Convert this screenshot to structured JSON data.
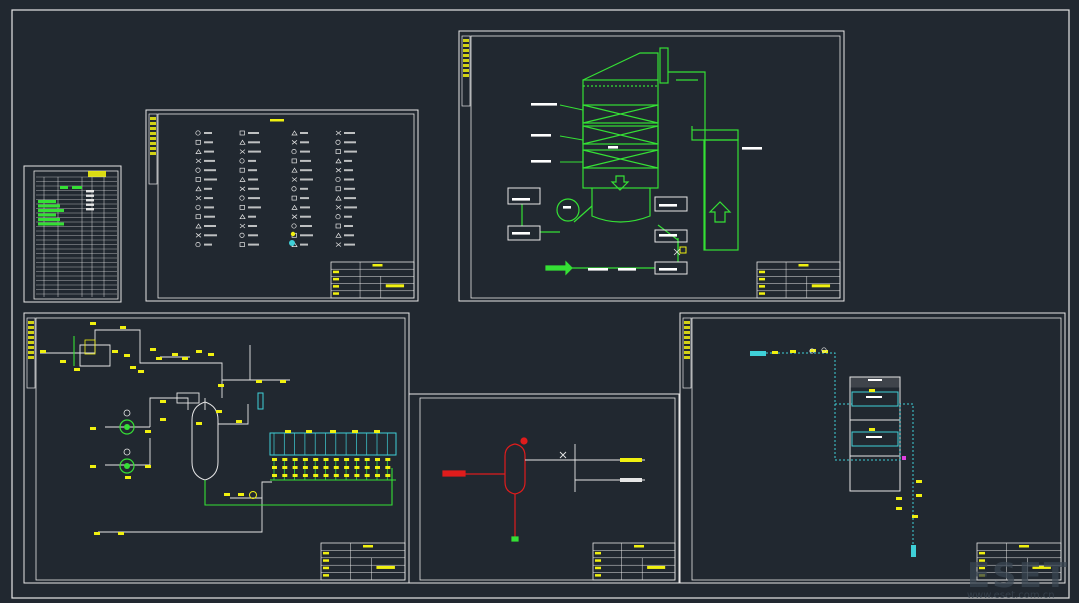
{
  "theme": {
    "background": "#212830",
    "frame": "#e6e6e6",
    "pipe_green": "#35e035",
    "pipe_cyan": "#3fd0d8",
    "tag_yellow": "#f0f010",
    "vessel_red": "#e01c1c",
    "text_white": "#ffffff"
  },
  "watermark": {
    "brand": "ESET",
    "site": "www.eset.com.cn"
  },
  "sheets": [
    {
      "id": "equipment-list",
      "kind": "table"
    },
    {
      "id": "legend-sheet",
      "kind": "legend"
    },
    {
      "id": "scrubber-tower-sheet",
      "kind": "process"
    },
    {
      "id": "pump-station-sheet",
      "kind": "process"
    },
    {
      "id": "separator-sheet",
      "kind": "process"
    },
    {
      "id": "cyan-loop-sheet",
      "kind": "process"
    }
  ]
}
